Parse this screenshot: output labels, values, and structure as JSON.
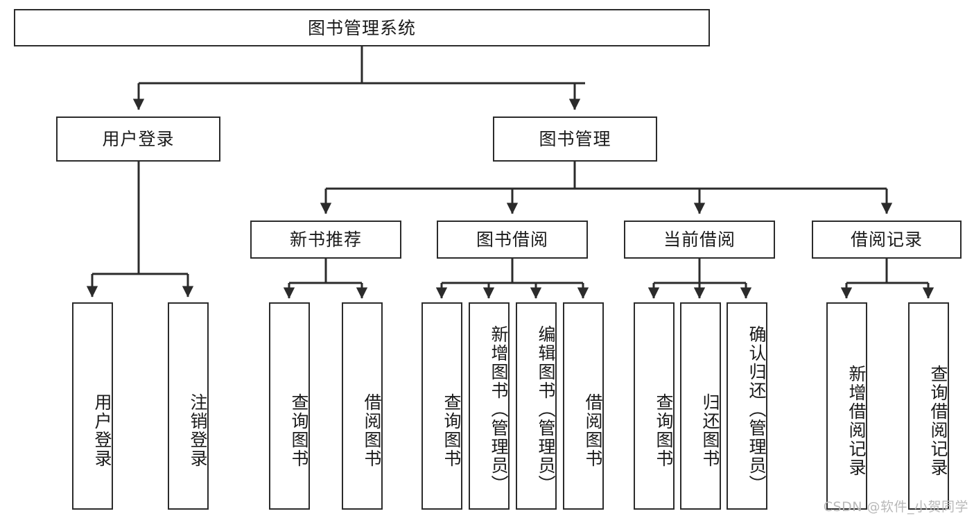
{
  "diagram": {
    "title": "图书管理系统",
    "watermark": "CSDN @软件_小贺同学",
    "line_color": "#2b2b2b",
    "box_border_color": "#2b2b2b",
    "box_fill_color": "#ffffff",
    "text_color": "#1a1a1a",
    "watermark_color": "#b9b9b9",
    "nodes": {
      "root": {
        "label": "图书管理系统"
      },
      "level2": [
        {
          "id": "user-login",
          "label": "用户登录"
        },
        {
          "id": "book-manage",
          "label": "图书管理"
        }
      ],
      "level3": [
        {
          "id": "new-book-recommend",
          "label": "新书推荐"
        },
        {
          "id": "book-borrow",
          "label": "图书借阅"
        },
        {
          "id": "current-borrow",
          "label": "当前借阅"
        },
        {
          "id": "borrow-record",
          "label": "借阅记录"
        }
      ],
      "leaves": [
        {
          "id": "leaf-user-login",
          "label": "用户登录",
          "parent": "user-login"
        },
        {
          "id": "leaf-user-logout",
          "label": "注销登录",
          "parent": "user-login"
        },
        {
          "id": "leaf-query-book-1",
          "label": "查询图书",
          "parent": "new-book-recommend"
        },
        {
          "id": "leaf-borrow-book-1",
          "label": "借阅图书",
          "parent": "new-book-recommend"
        },
        {
          "id": "leaf-query-book-2",
          "label": "查询图书",
          "parent": "book-borrow"
        },
        {
          "id": "leaf-add-book",
          "label": "新增图书（管理员）",
          "parent": "book-borrow"
        },
        {
          "id": "leaf-edit-book",
          "label": "编辑图书（管理员）",
          "parent": "book-borrow"
        },
        {
          "id": "leaf-borrow-book-2",
          "label": "借阅图书",
          "parent": "book-borrow"
        },
        {
          "id": "leaf-query-book-3",
          "label": "查询图书",
          "parent": "current-borrow"
        },
        {
          "id": "leaf-return-book",
          "label": "归还图书",
          "parent": "current-borrow"
        },
        {
          "id": "leaf-confirm-return",
          "label": "确认归还（管理员）",
          "parent": "current-borrow"
        },
        {
          "id": "leaf-add-record",
          "label": "新增借阅记录",
          "parent": "borrow-record"
        },
        {
          "id": "leaf-query-record",
          "label": "查询借阅记录",
          "parent": "borrow-record"
        }
      ]
    }
  }
}
